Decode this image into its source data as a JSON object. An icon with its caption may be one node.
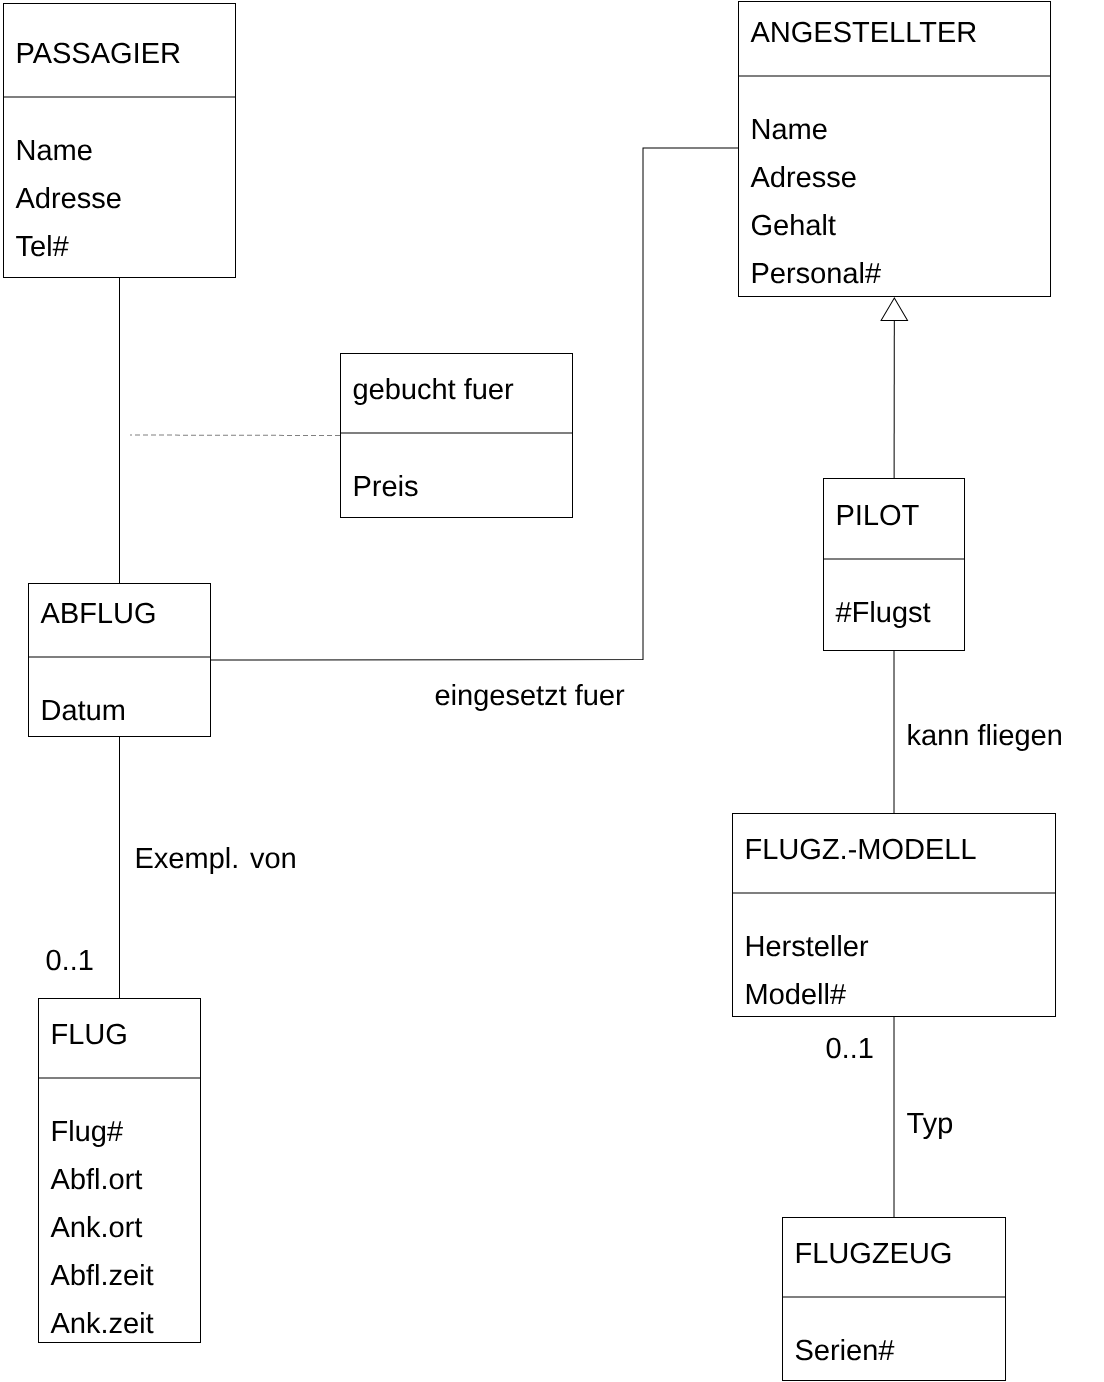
{
  "diagram": {
    "nodes": [
      {
        "text": [
          "PASSAGIER",
          "Name",
          "Adresse",
          "Tel#"
        ]
      },
      {
        "text": [
          "ANGESTELLTER",
          "Name",
          "Adresse",
          "Gehalt",
          "Personal#"
        ]
      },
      {
        "text": [
          "gebucht fuer",
          "Preis"
        ]
      },
      {
        "text": [
          "PILOT",
          "#Flugst"
        ]
      },
      {
        "text": [
          "ABFLUG",
          "Datum"
        ]
      },
      {
        "text": [
          "FLUG",
          "Flug#",
          "Abfl.ort",
          "Ank.ort",
          "Abfl.zeit",
          "Ank.zeit"
        ]
      },
      {
        "text": [
          "FLUGZ.-MODELL",
          "Hersteller",
          "Modell#"
        ]
      },
      {
        "text": [
          "FLUGZEUG",
          "Serien#"
        ]
      }
    ],
    "edges": [
      {
        "from": 0,
        "to": 4,
        "arrow": "none"
      },
      {
        "from": 4,
        "to": 1,
        "arrow": "none",
        "label": "eingesetzt fuer"
      },
      {
        "from": 3,
        "to": 1,
        "arrow": "to"
      },
      {
        "from": 3,
        "to": 6,
        "arrow": "none",
        "label": "kann fliegen"
      },
      {
        "from": 4,
        "to": 5,
        "arrow": "none",
        "label": "Exempl. von"
      },
      {
        "from": 6,
        "to": 7,
        "arrow": "none",
        "label": "Typ"
      },
      {
        "from": 2,
        "to": null,
        "arrow": "none",
        "style": "dashed",
        "color": "#808080"
      }
    ],
    "labels": [
      "0..1",
      "0..1"
    ]
  }
}
